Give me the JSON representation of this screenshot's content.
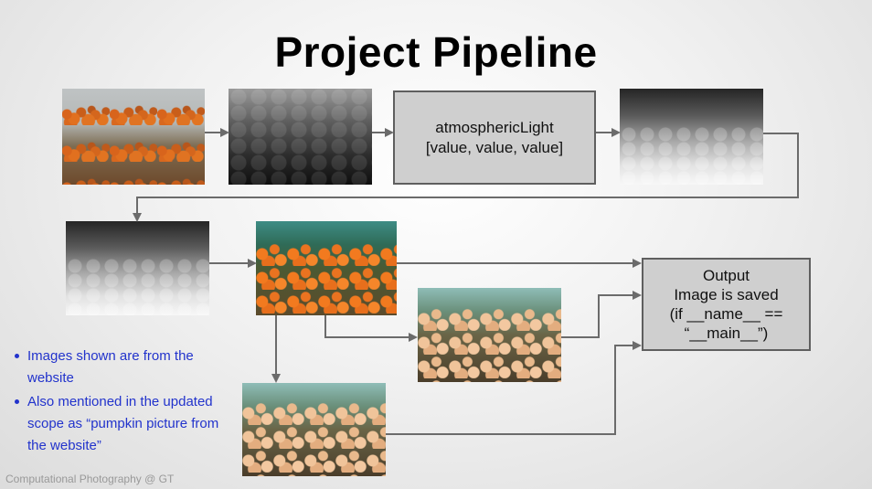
{
  "title": "Project Pipeline",
  "atmospheric_box": {
    "line1": "atmosphericLight",
    "line2": "[value, value, value]"
  },
  "output_box": {
    "line1": "Output",
    "line2": "Image is saved",
    "line3": "(if __name__ ==",
    "line4": "“__main__”)"
  },
  "notes": [
    "Images shown are from the website",
    "Also mentioned in the updated scope as “pumpkin picture from the website”"
  ],
  "footer": "Computational Photography @ GT",
  "colors": {
    "arrow": "#6b6b6b",
    "bullet_text": "#2233cc",
    "box_fill": "#cfcfcf",
    "box_border": "#5f5f5f"
  }
}
